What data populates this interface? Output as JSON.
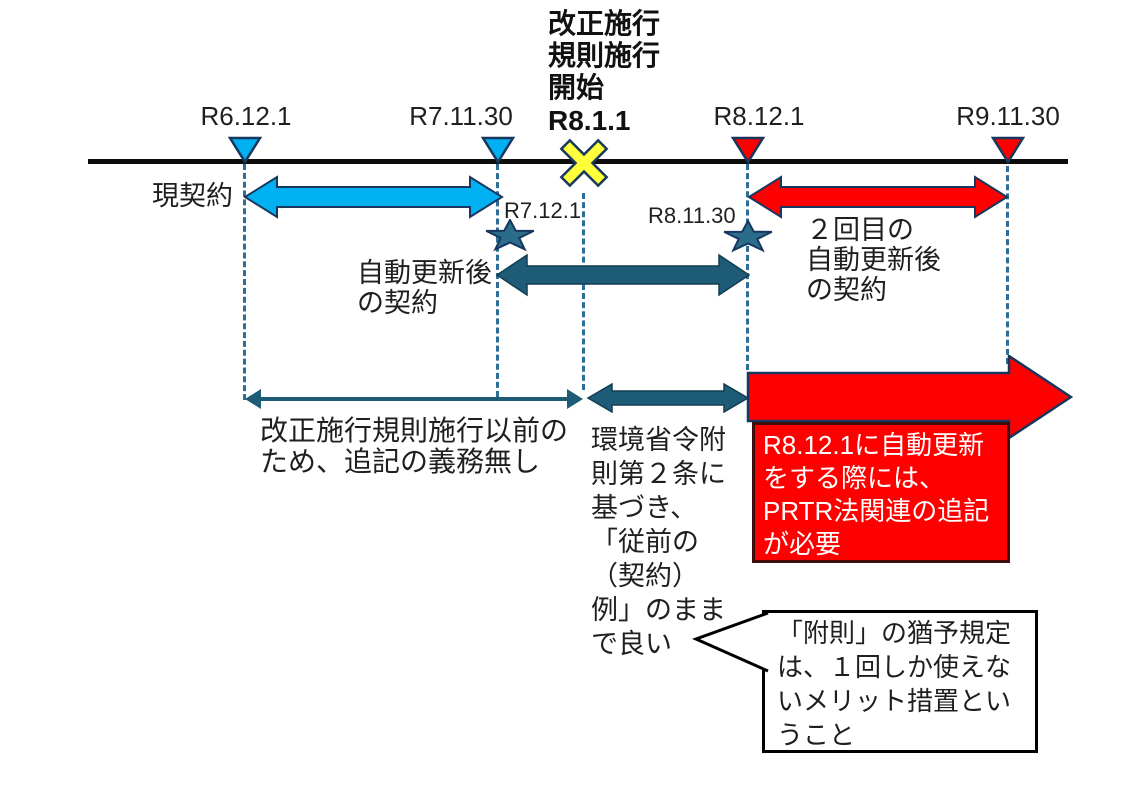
{
  "header": {
    "title": "改正施行\n規則施行\n開始",
    "date": "R8.1.1"
  },
  "timeline": {
    "dates": [
      {
        "label": "R6.12.1",
        "marker_color": "#00B0F0"
      },
      {
        "label": "R7.11.30",
        "marker_color": "#00B0F0"
      },
      {
        "label": "R8.12.1",
        "marker_color": "#FE0000"
      },
      {
        "label": "R9.11.30",
        "marker_color": "#FE0000"
      }
    ],
    "star_dates": [
      {
        "label": "R7.12.1"
      },
      {
        "label": "R8.11.30"
      }
    ]
  },
  "spans": {
    "current_contract": "現契約",
    "renewed_contract": "自動更新後\nの契約",
    "second_renewal": "２回目の\n自動更新後\nの契約"
  },
  "notes": {
    "no_obligation": "改正施行規則施行以前の\nため、追記の義務無し",
    "ministry_ordinance": "環境省令附\n則第２条に\n基づき、\n「従前の\n（契約）\n例」のまま\nで良い"
  },
  "red_box": {
    "text": "R8.12.1に自動更新\nをする際には、\nPRTR法関連の追記\nが必要"
  },
  "callout": {
    "text": "「附則」の猶予規定\nは、１回しか使えな\nいメリット措置とい\nうこと"
  },
  "colors": {
    "cyan": "#00B0F0",
    "red": "#FE0000",
    "yellow": "#FFFF3B",
    "dark_teal": "#1E5B77",
    "star_fill": "#2A6C8A",
    "outline_navy": "#17375E",
    "dashed_line": "#2E6E96",
    "red_box_border": "#3F0D0D",
    "axis": "#0D0D0D",
    "text": "#1F1F1F"
  }
}
